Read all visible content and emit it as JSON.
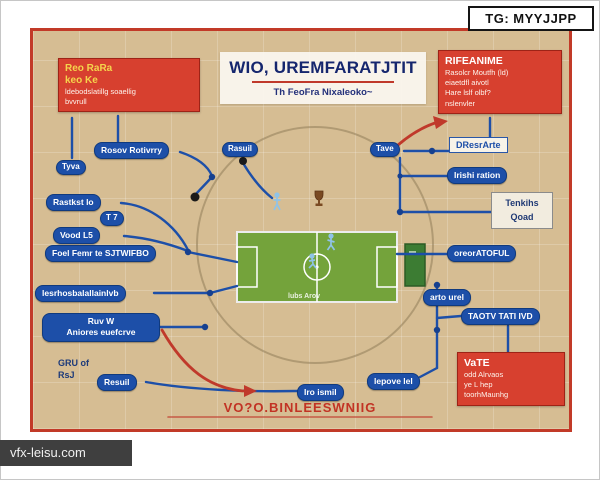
{
  "overlay": {
    "tg_label": "TG: MYYJJPP",
    "site_label": "vfx-leisu.com"
  },
  "poster": {
    "title": "WIO, UREMFARATJTIT",
    "subtitle": "Th FeoFra Nixaleoko~",
    "top_left_note": {
      "heading1": "Reo RaRa",
      "heading2": "keo Ke",
      "body1": "ldebodslatillg soaellig",
      "body2": "bvvrull"
    },
    "top_right_note": {
      "heading": "RIFEANIME",
      "body1": "Rasolcr Moutfh (ld)",
      "body2": "eiaetdfl aivotl",
      "body3": "Hare lslf olbf?",
      "body4": "nslenvler"
    },
    "left_labels": {
      "rosov": "Rosov Rotivrry",
      "tyva": "Tyva",
      "rastkst": "Rastkst lo",
      "t7": "T 7",
      "vood": "Vood L5",
      "foel": "Foel Femr te SJTWIFBO",
      "lesrhos": "lesrhosbalallainlvb",
      "ruv1": "Ruv W",
      "ruv2": "Aniores euefcrve",
      "gru1": "GRU of",
      "gru2": "RsJ",
      "resuil": "Resuil"
    },
    "center_labels": {
      "rasuil": "Rasuil",
      "tave": "Tave",
      "iro": "Iro ismil",
      "lepove": "lepove lel",
      "pitch_caption": "lubs Arov",
      "bottom_text": "VO?O.BINLEESWNIIG"
    },
    "right_labels": {
      "dresrarte": "DResrArte",
      "irishi": "Irishi ration",
      "tenkihs1": "Tenkihs",
      "tenkihs2": "Qoad",
      "oreor": "oreorATOFUL",
      "arto": "arto urel",
      "taotv": "TAOTV TATI IVD"
    },
    "red_note": {
      "line1": "VaTE",
      "line2": "odd Alrvaos",
      "line3": "ye L hep",
      "line4": "toorhMaunhg"
    }
  },
  "colors": {
    "poster_bg": "#d6bd93",
    "accent_red": "#c23a28",
    "pill_blue": "#1d4fa8",
    "pitch_green": "#74a33b"
  }
}
